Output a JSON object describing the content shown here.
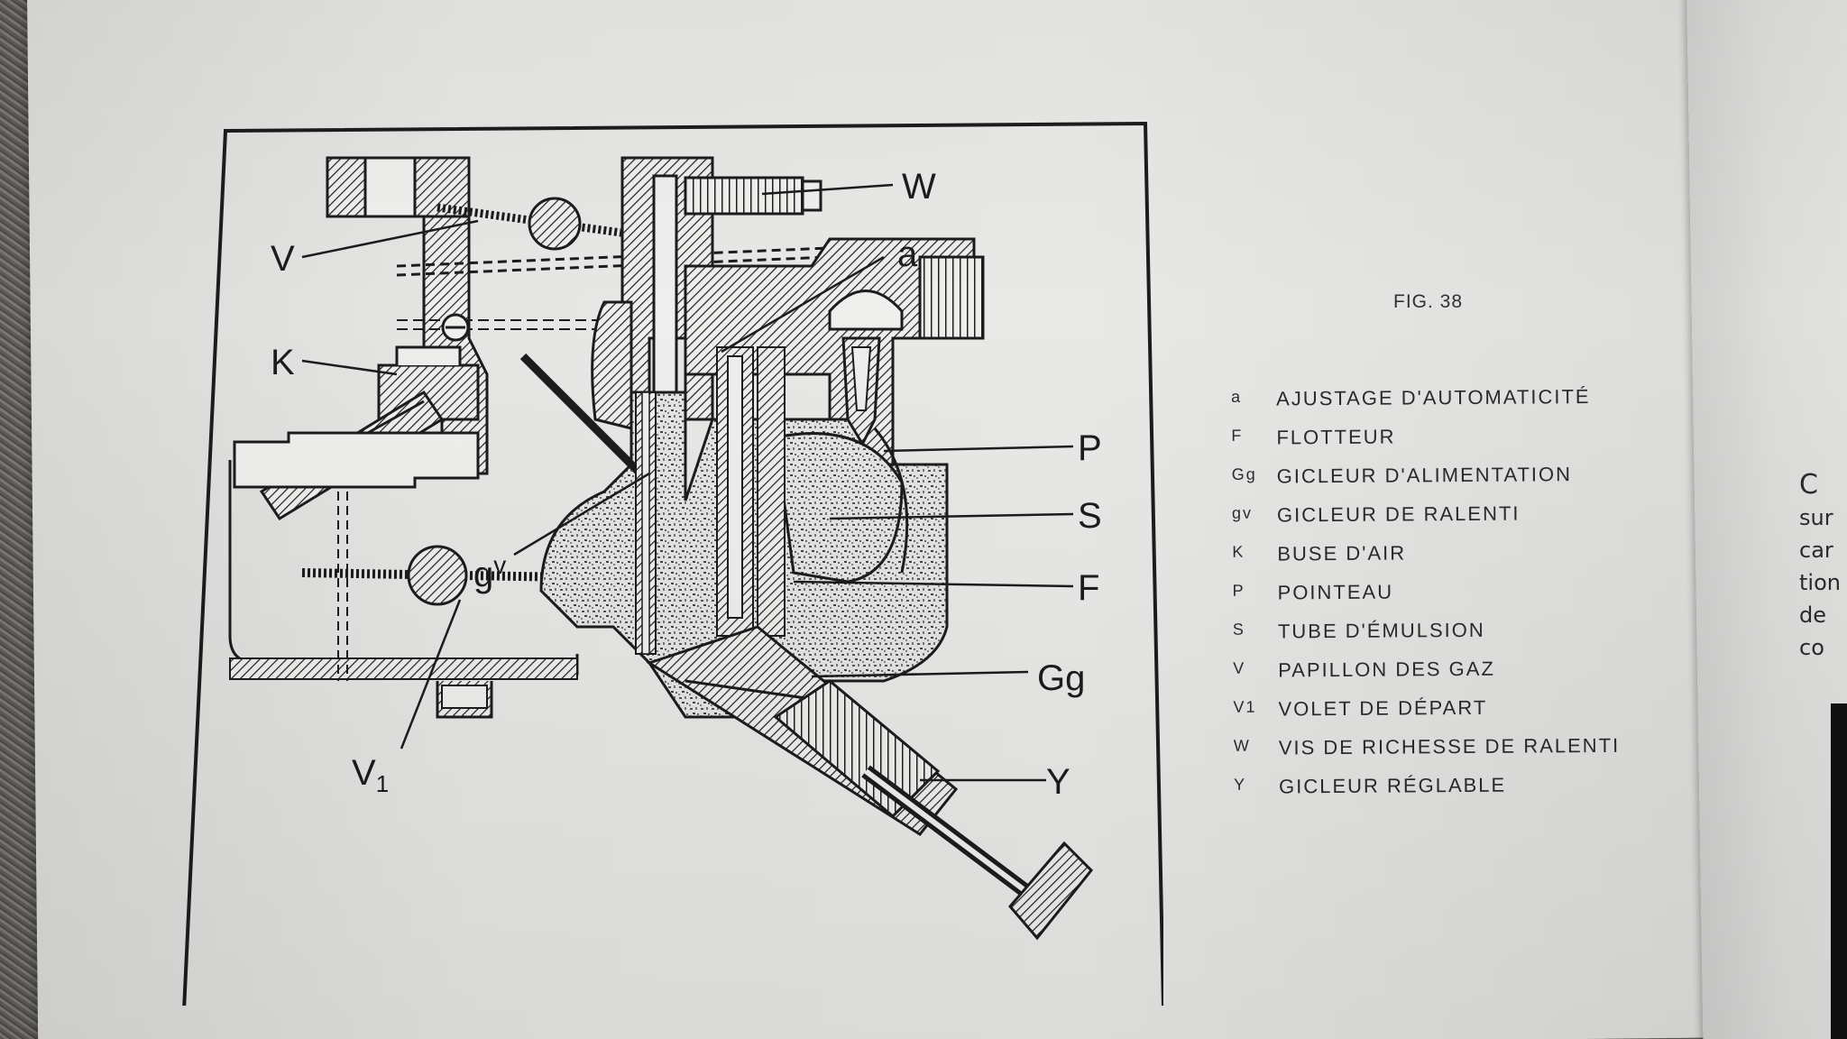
{
  "figure": {
    "caption": "FIG. 38",
    "callouts": {
      "W": "W",
      "a": "a",
      "V": "V",
      "K": "K",
      "P": "P",
      "S": "S",
      "gv": "g",
      "gv_sup": "v",
      "F": "F",
      "Gg": "Gg",
      "V1": "V",
      "V1_sub": "1",
      "Y": "Y"
    }
  },
  "legend": {
    "items": [
      {
        "key": "a",
        "label": "AJUSTAGE D'AUTOMATICITÉ"
      },
      {
        "key": "F",
        "label": "FLOTTEUR"
      },
      {
        "key": "Gg",
        "label": "GICLEUR D'ALIMENTATION"
      },
      {
        "key": "gv",
        "label": "GICLEUR DE RALENTI"
      },
      {
        "key": "K",
        "label": "BUSE D'AIR"
      },
      {
        "key": "P",
        "label": "POINTEAU"
      },
      {
        "key": "S",
        "label": "TUBE D'ÉMULSION"
      },
      {
        "key": "V",
        "label": "PAPILLON DES GAZ"
      },
      {
        "key": "V1",
        "label": "VOLET DE DÉPART"
      },
      {
        "key": "W",
        "label": "VIS DE RICHESSE DE RALENTI"
      },
      {
        "key": "Y",
        "label": "GICLEUR RÉGLABLE"
      }
    ]
  },
  "next_page": {
    "lines": [
      "C",
      "sur",
      "car",
      "tion",
      "de",
      "co"
    ]
  },
  "colors": {
    "ink": "#1c1c1c",
    "paper": "#e6e6e4",
    "hatch": "#2a2a2a"
  }
}
